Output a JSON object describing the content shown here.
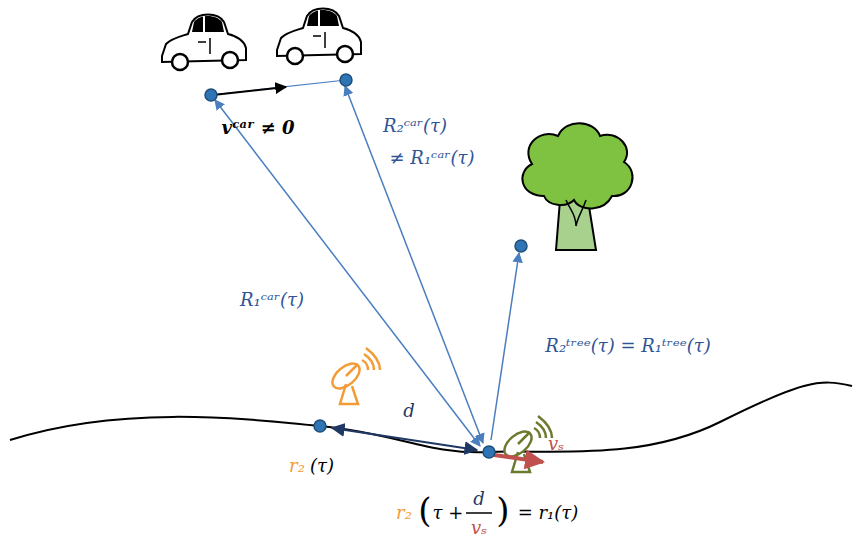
{
  "diagram": {
    "labels": [
      "vᶜᵃʳ ≠ 0",
      "R₂ᶜᵃʳ(τ)",
      "≠ R₁ᶜᵃʳ(τ)",
      "R₁ᶜᵃʳ(τ)",
      "R₂ᵗʳᵉᵉ(τ) = R₁ᵗʳᵉᵉ(τ)",
      "d",
      "r₂",
      "(τ)",
      "vₛ",
      "r₂",
      "(",
      "τ +",
      "d",
      "vₛ",
      ")",
      "= r₁(τ)"
    ]
  }
}
